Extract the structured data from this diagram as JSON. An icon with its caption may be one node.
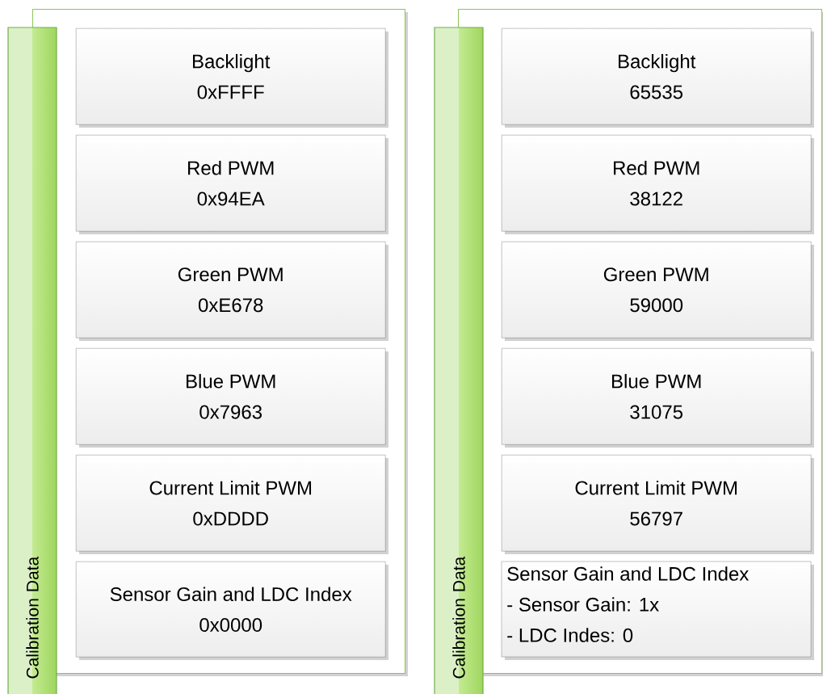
{
  "diagram": {
    "nodes": [
      {
        "text": [
          "Calibration Data"
        ]
      },
      {
        "text": [],
        "shape": "box"
      },
      {
        "text": [
          "Backlight",
          "0xFFFF"
        ],
        "in": 1
      },
      {
        "text": [
          "Red PWM",
          "0x94EA"
        ],
        "in": 1
      },
      {
        "text": [
          "Green PWM",
          "0xE678"
        ],
        "in": 1
      },
      {
        "text": [
          "Blue PWM",
          "0x7963"
        ],
        "in": 1
      },
      {
        "text": [
          "Current Limit PWM",
          "0xDDDD"
        ],
        "in": 1
      },
      {
        "text": [
          "Sensor Gain and LDC Index",
          "0x0000"
        ],
        "in": 1
      },
      {
        "text": [
          "Calibration Data"
        ]
      },
      {
        "text": [],
        "shape": "box"
      },
      {
        "text": [
          "Backlight",
          "65535"
        ],
        "in": 9
      },
      {
        "text": [
          "Red PWM",
          "38122"
        ],
        "in": 9
      },
      {
        "text": [
          "Green PWM",
          "59000"
        ],
        "in": 9
      },
      {
        "text": [
          "Blue PWM",
          "31075"
        ],
        "in": 9
      },
      {
        "text": [
          "Current Limit PWM",
          "56797"
        ],
        "in": 9
      },
      {
        "text": [
          "Sensor Gain and LDC Index",
          "- Sensor Gain: 1x",
          "- LDC Indes: 0"
        ],
        "in": 9
      }
    ]
  }
}
